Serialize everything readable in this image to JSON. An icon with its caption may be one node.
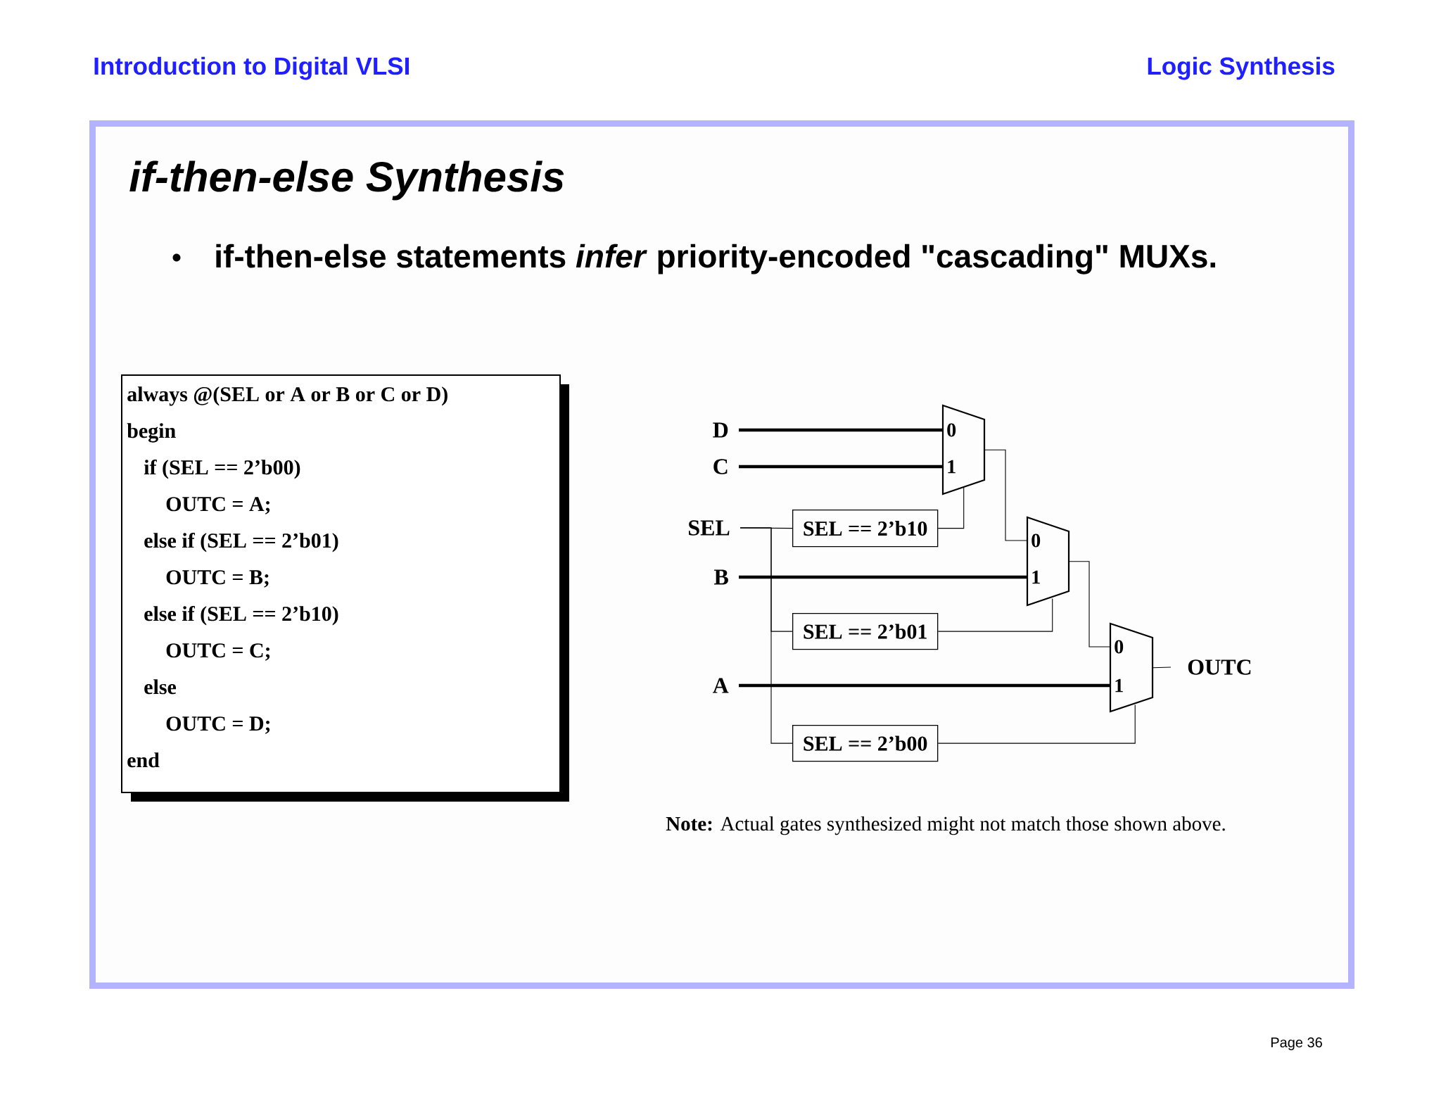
{
  "diagram": {
    "title": "if-then-else Synthesis",
    "nodes": [
      {
        "text": [
          "always @(SEL or A or B or C or D)",
          "begin",
          "if (SEL == 2’b00)",
          "OUTC = A;",
          "else if (SEL == 2’b01)",
          "OUTC = B;",
          "else if (SEL == 2’b10)",
          "OUTC = C;",
          "else",
          "OUTC = D;",
          "end"
        ]
      },
      {
        "text": [
          "D"
        ]
      },
      {
        "text": [
          "C"
        ]
      },
      {
        "text": [
          "0",
          "1"
        ]
      },
      {
        "text": [
          "SEL"
        ]
      },
      {
        "text": [
          "SEL == 2’b10"
        ]
      },
      {
        "text": [
          "0",
          "1"
        ]
      },
      {
        "text": [
          "B"
        ]
      },
      {
        "text": [
          "SEL == 2’b01"
        ]
      },
      {
        "text": [
          "0",
          "1"
        ]
      },
      {
        "text": [
          "OUTC"
        ]
      },
      {
        "text": [
          "A"
        ]
      },
      {
        "text": [
          "SEL == 2’b00"
        ]
      }
    ],
    "edges": [
      {
        "from": 1,
        "to": 3,
        "arrow": "none",
        "style": "thick"
      },
      {
        "from": 2,
        "to": 3,
        "arrow": "none",
        "style": "thick"
      },
      {
        "from": 4,
        "to": 5,
        "arrow": "none"
      },
      {
        "from": 5,
        "to": 3,
        "arrow": "none"
      },
      {
        "from": 3,
        "to": 6,
        "arrow": "none"
      },
      {
        "from": 7,
        "to": 6,
        "arrow": "none",
        "style": "thick"
      },
      {
        "from": 4,
        "to": 8,
        "arrow": "none"
      },
      {
        "from": 8,
        "to": 6,
        "arrow": "none"
      },
      {
        "from": 6,
        "to": 9,
        "arrow": "none"
      },
      {
        "from": 9,
        "to": 10,
        "arrow": "none"
      },
      {
        "from": 11,
        "to": 9,
        "arrow": "none",
        "style": "thick"
      },
      {
        "from": 4,
        "to": 12,
        "arrow": "none"
      },
      {
        "from": 12,
        "to": 9,
        "arrow": "none"
      }
    ],
    "labels": [
      "Introduction to Digital VLSI",
      "Logic Synthesis",
      "if-then-else statements *infer* priority-encoded \"cascading\" MUXs.",
      "**Note:** Actual gates synthesized might not match those shown above.",
      "Page 36"
    ]
  }
}
